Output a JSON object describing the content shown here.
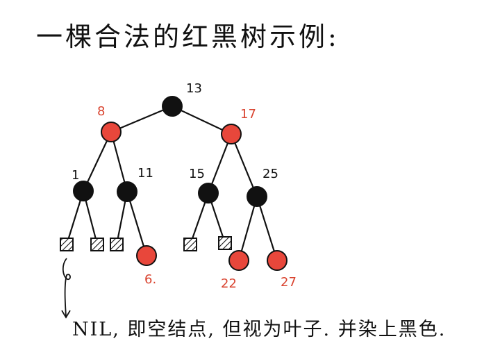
{
  "title": "一棵合法的红黑树示例:",
  "note": "NIL, 即空结点, 但视为叶子. 并染上黑色.",
  "colors": {
    "red": "#e8473b",
    "black": "#111111",
    "red_label": "#d9432f"
  },
  "tree": {
    "nodes": [
      {
        "id": "n13",
        "key": "13",
        "color": "black",
        "parent": null
      },
      {
        "id": "n8",
        "key": "8",
        "color": "red",
        "parent": "n13"
      },
      {
        "id": "n17",
        "key": "17",
        "color": "red",
        "parent": "n13"
      },
      {
        "id": "n1",
        "key": "1",
        "color": "black",
        "parent": "n8"
      },
      {
        "id": "n11",
        "key": "11",
        "color": "black",
        "parent": "n8"
      },
      {
        "id": "n15",
        "key": "15",
        "color": "black",
        "parent": "n17"
      },
      {
        "id": "n25",
        "key": "25",
        "color": "black",
        "parent": "n17"
      },
      {
        "id": "nil1",
        "key": "",
        "color": "nil",
        "parent": "n1"
      },
      {
        "id": "nil2",
        "key": "",
        "color": "nil",
        "parent": "n1"
      },
      {
        "id": "nil3",
        "key": "",
        "color": "nil",
        "parent": "n11"
      },
      {
        "id": "n6",
        "key": "6.",
        "color": "red",
        "parent": "n11"
      },
      {
        "id": "nil4",
        "key": "",
        "color": "nil",
        "parent": "n15"
      },
      {
        "id": "nil5",
        "key": "",
        "color": "nil",
        "parent": "n15"
      },
      {
        "id": "n22",
        "key": "22",
        "color": "red",
        "parent": "n25"
      },
      {
        "id": "n27",
        "key": "27",
        "color": "red",
        "parent": "n25"
      }
    ]
  }
}
